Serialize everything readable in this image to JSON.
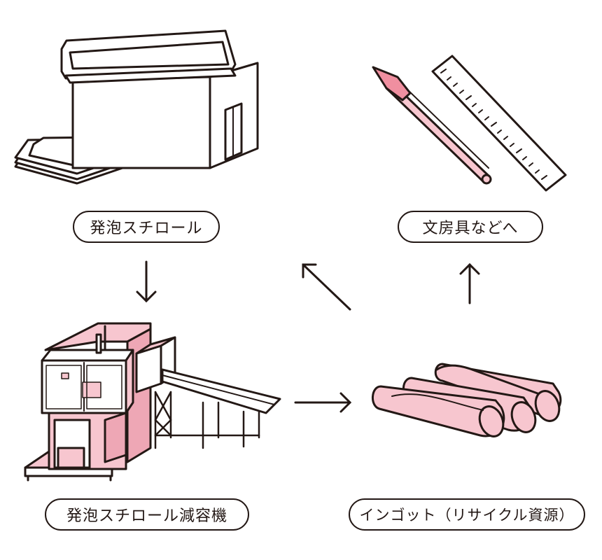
{
  "labels": {
    "foam": "発泡スチロール",
    "stationery": "文房具などへ",
    "reducer": "発泡スチロール減容機",
    "ingot": "インゴット（リサイクル資源）"
  },
  "colors": {
    "line": "#231815",
    "pink": "#f7c6cf",
    "pink_dark": "#eea7b5",
    "pen_tip": "#f08fa0",
    "white": "#ffffff"
  },
  "icons": {
    "foam_box": "styrofoam-box-icon",
    "food_trays": "food-trays-icon",
    "pen": "pen-icon",
    "ruler": "ruler-icon",
    "volume_reduction_machine": "volume-reduction-machine-icon",
    "ingots": "ingots-icon"
  }
}
